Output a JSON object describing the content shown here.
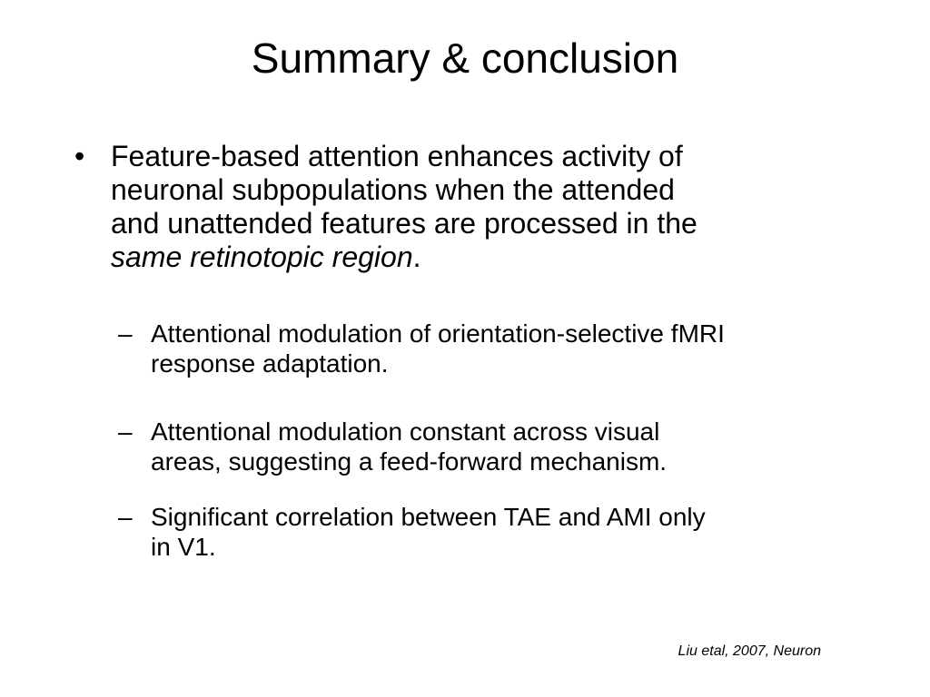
{
  "slide": {
    "title": "Summary & conclusion",
    "bullet_marker": "•",
    "dash_marker": "–",
    "main_bullet": {
      "lines": [
        "Feature-based attention enhances activity of",
        "neuronal subpopulations when the attended",
        "and unattended features are processed in the"
      ],
      "emphasis": "same retinotopic region",
      "trailing": "."
    },
    "sub_bullets": [
      {
        "lines": [
          "Attentional modulation of orientation-selective fMRI",
          "response adaptation."
        ]
      },
      {
        "lines": [
          "Attentional modulation constant across visual",
          "areas, suggesting a feed-forward mechanism."
        ]
      },
      {
        "lines": [
          "Significant correlation between TAE and AMI only",
          "in V1."
        ]
      }
    ],
    "citation": "Liu etal, 2007, Neuron"
  }
}
